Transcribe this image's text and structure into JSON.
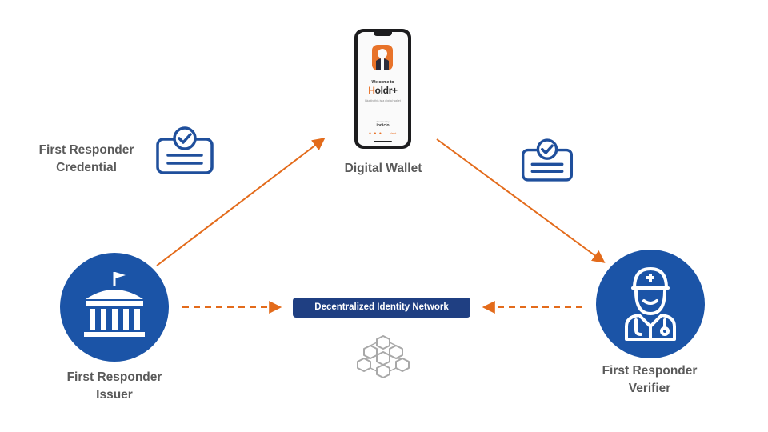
{
  "nodes": {
    "credential": {
      "line1": "First Responder",
      "line2": "Credential"
    },
    "wallet": {
      "label": "Digital Wallet"
    },
    "issuer": {
      "line1": "First Responder",
      "line2": "Issuer"
    },
    "verifier": {
      "line1": "First Responder",
      "line2": "Verifier"
    },
    "network": {
      "label": "Decentralized Identity Network"
    }
  },
  "phone_screen": {
    "welcome": "Welcome to",
    "brand_initial": "H",
    "brand_rest": "oldr+",
    "tagline": "Bluntly this is a digital wallet",
    "powered_by": "Powered by",
    "provider": "indicio",
    "pager_dots": "● ● ●",
    "next": "Next"
  },
  "colors": {
    "arrow": "#e36b1b",
    "circle": "#1b54a7",
    "network_box": "#1f3f82",
    "label": "#595959",
    "icon_stroke": "#1f4f9c",
    "app_accent": "#e8732a"
  },
  "icons": [
    "credential-card-icon",
    "government-building-icon",
    "medic-person-icon",
    "blockchain-network-icon",
    "wallet-app-logo-icon"
  ]
}
